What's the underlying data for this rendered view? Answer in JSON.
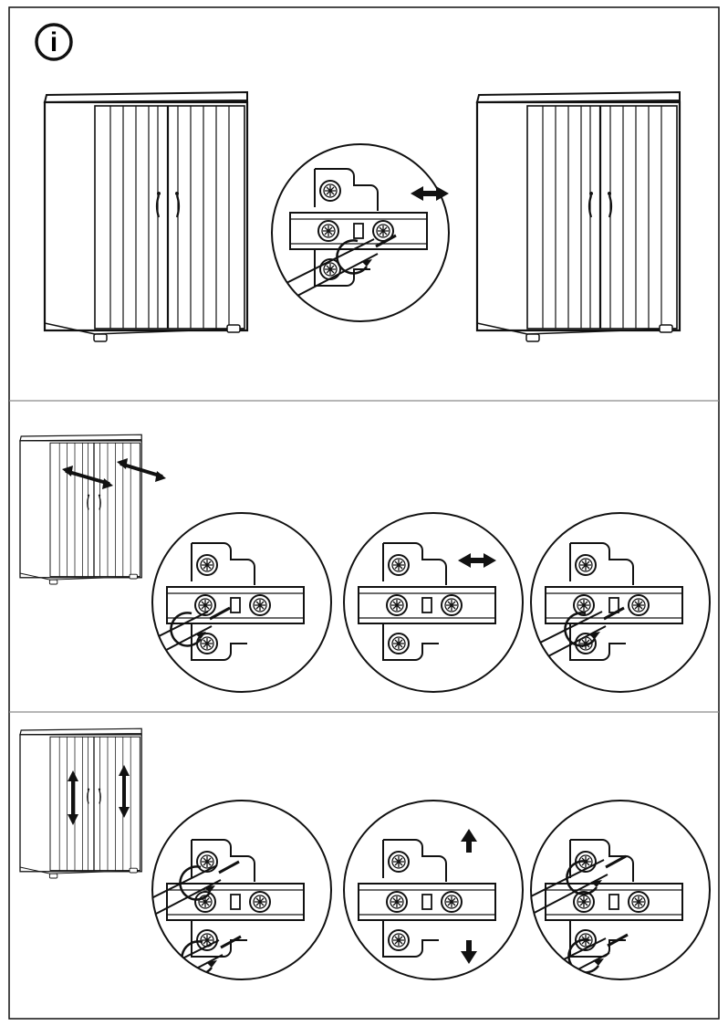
{
  "header": {
    "info_icon": "info-icon",
    "info_label": "i"
  },
  "colors": {
    "ink": "#111111",
    "paper": "#ffffff",
    "divider": "#8a8a8a"
  },
  "sections": [
    {
      "name": "door-gap-adjustment",
      "steps": 3
    },
    {
      "name": "door-side-adjustment",
      "steps": 3
    },
    {
      "name": "door-height-adjustment",
      "steps": 3
    }
  ]
}
